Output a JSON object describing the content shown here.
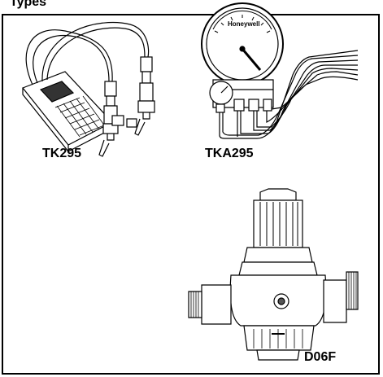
{
  "heading": "Types",
  "products": [
    {
      "code": "TK295"
    },
    {
      "code": "TKA295"
    },
    {
      "code": "D06F"
    }
  ],
  "gauge": {
    "brand": "Honeywell"
  }
}
